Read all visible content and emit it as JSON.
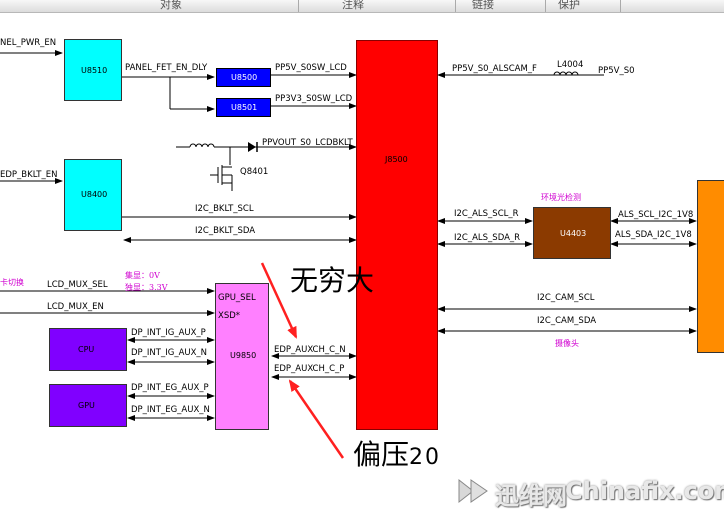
{
  "header": {
    "columns": [
      "对象",
      "注释",
      "链接",
      "保护"
    ]
  },
  "signals": {
    "panel_pwr_en": "NEL_PWR_EN",
    "panel_fet_en_dly": "PANEL_FET_EN_DLY",
    "pp5v_s0sw_lcd": "PP5V_S0SW_LCD",
    "pp3v3_s0sw_lcd": "PP3V3_S0SW_LCD",
    "ppvout_s0_lcdbklt": "PPVOUT_S0_LCDBKLT",
    "edp_bklt_en": "EDP_BKLT_EN",
    "i2c_bklt_scl": "I2C_BKLT_SCL",
    "i2c_bklt_sda": "I2C_BKLT_SDA",
    "lcd_mux_sel": "LCD_MUX_SEL",
    "lcd_mux_en": "LCD_MUX_EN",
    "dp_int_ig_aux_p": "DP_INT_IG_AUX_P",
    "dp_int_ig_aux_n": "DP_INT_IG_AUX_N",
    "dp_int_eg_aux_p": "DP_INT_EG_AUX_P",
    "dp_int_eg_aux_n": "DP_INT_EG_AUX_N",
    "edp_auxch_c_n": "EDP_AUXCH_C_N",
    "edp_auxch_c_p": "EDP_AUXCH_C_P",
    "pp5v_s0_alscam_f": "PP5V_S0_ALSCAM_F",
    "pp5v_s0": "PP5V_S0",
    "i2c_als_scl_r": "I2C_ALS_SCL_R",
    "i2c_als_sda_r": "I2C_ALS_SDA_R",
    "als_scl_i2c_1v8": "ALS_SCL_I2C_1V8",
    "als_sda_i2c_1v8": "ALS_SDA_I2C_1V8",
    "i2c_cam_scl": "I2C_CAM_SCL",
    "i2c_cam_sda": "I2C_CAM_SDA"
  },
  "blocks": {
    "u8510": "U8510",
    "u8500": "U8500",
    "u8501": "U8501",
    "u8400": "U8400",
    "q8401": "Q8401",
    "l4004": "L4004",
    "j8500": "J8500",
    "u4403": "U4403",
    "u9850": "U9850",
    "gpu_sel": "GPU_SEL",
    "xsd": "XSD*",
    "cpu": "CPU",
    "gpu": "GPU"
  },
  "notes": {
    "switch": "卡切换",
    "integrated": "集显：0V",
    "discrete": "独显：3.3V",
    "ambient_light": "环境光检测",
    "camera": "摄像头"
  },
  "annotations": {
    "infinite": "无穷大",
    "bias": "偏压",
    "bias_value": "20"
  },
  "watermark": {
    "cn": "迅维网",
    "en": "Chinafix.com"
  },
  "colors": {
    "cyan": "#00ffff",
    "blue": "#0000ff",
    "red": "#ff0000",
    "magenta": "#ff80ff",
    "purple": "#8000ff",
    "brown": "#8b3a00",
    "orange": "#ff8c00",
    "annotation_red": "#ff2020"
  }
}
